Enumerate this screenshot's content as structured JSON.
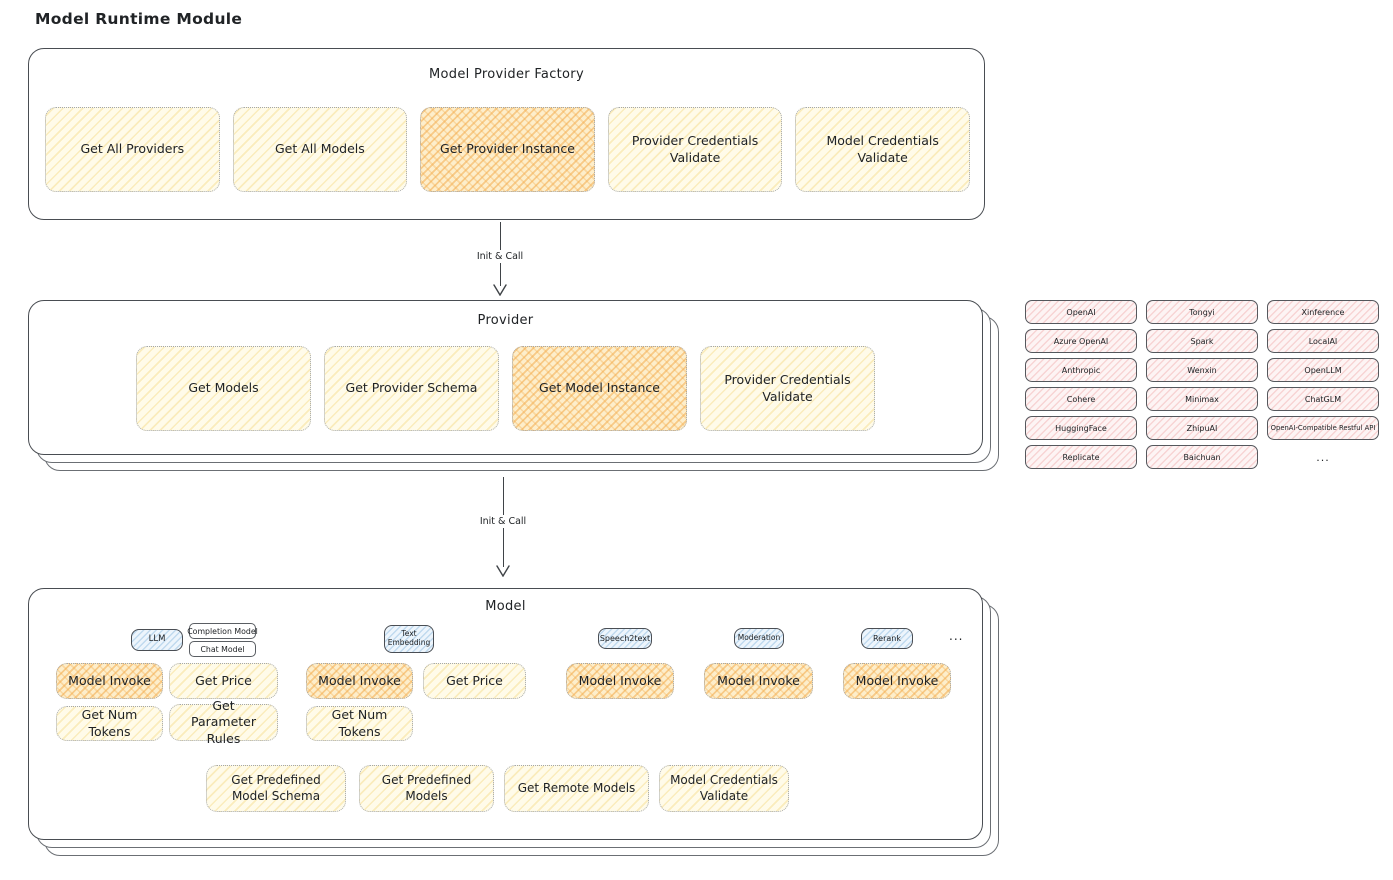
{
  "page_title": "Model Runtime Module",
  "colors": {
    "stroke": "#202326",
    "node_yellow_bg": "#fffbe9",
    "node_yellow_hatch": "#f3d478",
    "node_orange_bg": "#fdeecb",
    "node_orange_hatch": "#f3ad4e",
    "chip_pink_bg": "#fdf4f4",
    "chip_pink_hatch": "#ee a0a0",
    "tag_blue_bg": "#edf5fc",
    "tag_blue_hatch": "#82b4dc"
  },
  "factory": {
    "title": "Model Provider Factory",
    "buttons": [
      {
        "label": "Get All Providers",
        "highlighted": false
      },
      {
        "label": "Get All Models",
        "highlighted": false
      },
      {
        "label": "Get Provider Instance",
        "highlighted": true
      },
      {
        "label": "Provider Credentials Validate",
        "highlighted": false
      },
      {
        "label": "Model Credentials Validate",
        "highlighted": false
      }
    ]
  },
  "arrows": {
    "factory_to_provider": "Init & Call",
    "provider_to_model": "Init & Call"
  },
  "provider": {
    "title": "Provider",
    "buttons": [
      {
        "label": "Get Models",
        "highlighted": false
      },
      {
        "label": "Get Provider Schema",
        "highlighted": false
      },
      {
        "label": "Get Model Instance",
        "highlighted": true
      },
      {
        "label": "Provider Credentials Validate",
        "highlighted": false
      }
    ]
  },
  "providers_grid": {
    "rows": [
      [
        "OpenAI",
        "Tongyi",
        "Xinference"
      ],
      [
        "Azure OpenAI",
        "Spark",
        "LocalAI"
      ],
      [
        "Anthropic",
        "Wenxin",
        "OpenLLM"
      ],
      [
        "Cohere",
        "Minimax",
        "ChatGLM"
      ],
      [
        "HuggingFace",
        "ZhipuAI",
        "OpenAI-Compatible Restful API"
      ],
      [
        "Replicate",
        "Baichuan",
        "..."
      ]
    ]
  },
  "model": {
    "title": "Model",
    "type_tags": [
      "LLM",
      "Text Embedding",
      "Speech2text",
      "Moderation",
      "Rerank"
    ],
    "llm_subtags": [
      "Completion Model",
      "Chat Model"
    ],
    "ellipsis": "...",
    "llm_buttons": [
      {
        "label": "Model Invoke",
        "highlighted": true
      },
      {
        "label": "Get Price",
        "highlighted": false
      },
      {
        "label": "Get Num Tokens",
        "highlighted": false
      },
      {
        "label": "Get Parameter Rules",
        "highlighted": false
      }
    ],
    "text_embedding_buttons": [
      {
        "label": "Model Invoke",
        "highlighted": true
      },
      {
        "label": "Get Price",
        "highlighted": false
      },
      {
        "label": "Get Num Tokens",
        "highlighted": false
      }
    ],
    "speech2text_buttons": [
      {
        "label": "Model Invoke",
        "highlighted": true
      }
    ],
    "moderation_buttons": [
      {
        "label": "Model Invoke",
        "highlighted": true
      }
    ],
    "rerank_buttons": [
      {
        "label": "Model Invoke",
        "highlighted": true
      }
    ],
    "shared_buttons": [
      {
        "label": "Get Predefined Model Schema"
      },
      {
        "label": "Get Predefined Models"
      },
      {
        "label": "Get Remote Models"
      },
      {
        "label": "Model Credentials Validate"
      }
    ]
  }
}
